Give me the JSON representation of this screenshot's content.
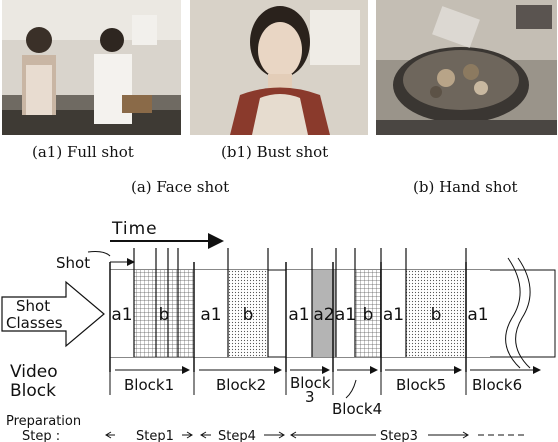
{
  "photos": {
    "full_shot_caption": "(a1) Full shot",
    "bust_shot_caption": "(b1) Bust shot",
    "face_shot_caption": "(a) Face shot",
    "hand_shot_caption": "(b) Hand shot"
  },
  "diagram": {
    "time_label": "Time",
    "shot_label": "Shot",
    "shot_classes_line1": "Shot",
    "shot_classes_line2": "Classes",
    "video_block_line1": "Video",
    "video_block_line2": "Block",
    "preparation_line1": "Preparation",
    "preparation_line2": "Step :",
    "cells": [
      {
        "label": "a1",
        "fill": "white"
      },
      {
        "label": "b",
        "fill": "grid"
      },
      {
        "label": "a1",
        "fill": "white"
      },
      {
        "label": "b",
        "fill": "dots"
      },
      {
        "label": "a1",
        "fill": "white"
      },
      {
        "label": "a2",
        "fill": "gray"
      },
      {
        "label": "a1",
        "fill": "white"
      },
      {
        "label": "b",
        "fill": "grid"
      },
      {
        "label": "a1",
        "fill": "white"
      },
      {
        "label": "b",
        "fill": "dots"
      },
      {
        "label": "a1",
        "fill": "white"
      }
    ],
    "blocks": [
      "Block1",
      "Block2",
      "Block",
      "3",
      "Block5",
      "Block6",
      "Block4"
    ],
    "steps": [
      "Step1",
      "Step4",
      "Step3"
    ],
    "colors": {
      "gray_cell": "#b4b4b4",
      "line": "#111111"
    }
  }
}
